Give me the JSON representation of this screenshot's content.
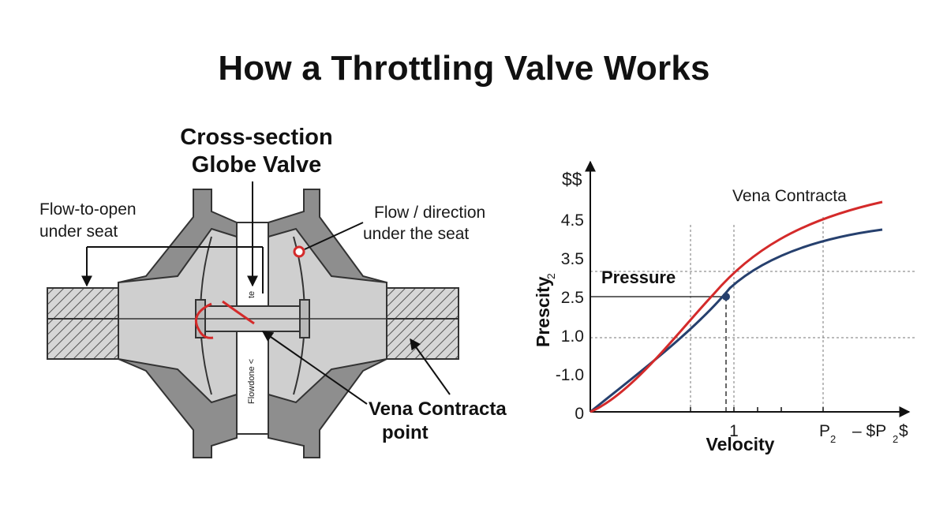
{
  "title": "How a Throttling Valve Works",
  "valve": {
    "heading_line1": "Cross-section",
    "heading_line2": "Globe Valve",
    "left_label_line1": "Flow-to-open",
    "left_label_line2": "under seat",
    "right_label_line1": "Flow / direction",
    "right_label_line2": "under the seat",
    "vena_label_line1": "Vena Contracta",
    "vena_label_line2": "point",
    "stem_text_vertical": "Flowdone <",
    "stem_text_top": "te"
  },
  "chart": {
    "y_top_label": "$$",
    "y_axis_label": "Prescity",
    "y_axis_sub": "2",
    "x_axis_label": "Velocity",
    "y_ticks": [
      "4.5",
      "3.5",
      "2.5",
      "1.0",
      "-1.0",
      "0"
    ],
    "x_tick_1": "1",
    "x_tick_p2": "P",
    "x_tick_p2_sub": "2",
    "x_tick_end": "– $P",
    "x_tick_end_sub": "2",
    "x_tick_end_tail": "$",
    "vena_label": "Vena Contracta",
    "pressure_label": "Pressure"
  },
  "chart_data": {
    "type": "line",
    "title": "",
    "xlabel": "Velocity",
    "ylabel": "Prescity",
    "y_ticks": [
      "4.5",
      "3.5",
      "2.5",
      "1.0",
      "-1.0",
      "0"
    ],
    "series": [
      {
        "color": "#d42a2a",
        "points_note": "red curve rising steeply then flattening"
      },
      {
        "color": "#26406e",
        "points_note": "blue curve rising steadily"
      }
    ],
    "marker": {
      "y_label": "2.5"
    }
  },
  "colors": {
    "metal_dark": "#8a8a8a",
    "metal_light": "#cdcdcd",
    "hatch": "#555555",
    "accent_red": "#d42a2a",
    "curve_blue": "#26406e"
  }
}
